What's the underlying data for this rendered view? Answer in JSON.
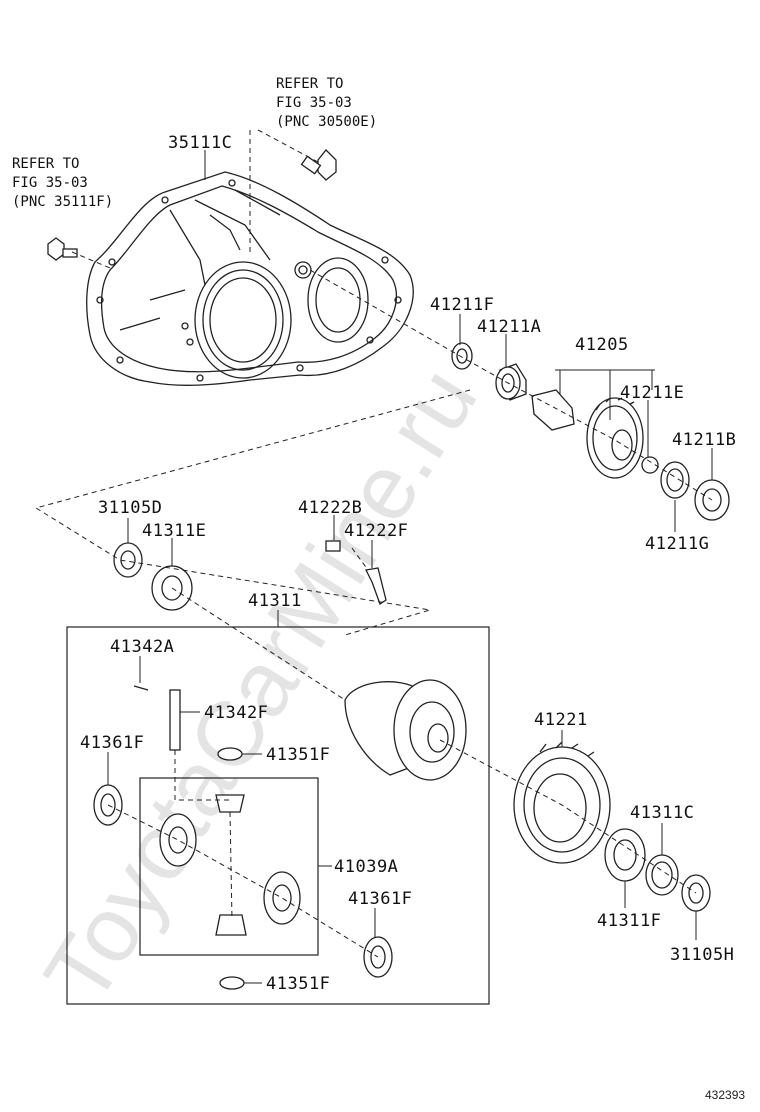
{
  "watermark": "ToyotaCarMine.ru",
  "diagram_id": "432393",
  "refs": {
    "top": {
      "line1": "REFER TO",
      "line2": "FIG 35-03",
      "line3": "(PNC 30500E)"
    },
    "left": {
      "line1": "REFER TO",
      "line2": "FIG 35-03",
      "line3": "(PNC 35111F)"
    }
  },
  "labels": {
    "p35111C": "35111C",
    "p41211F": "41211F",
    "p41211A": "41211A",
    "p41205": "41205",
    "p41211E": "41211E",
    "p41211B": "41211B",
    "p41211G": "41211G",
    "p31105D": "31105D",
    "p41311E": "41311E",
    "p41222B": "41222B",
    "p41222F": "41222F",
    "p41311": "41311",
    "p41342A": "41342A",
    "p41342F": "41342F",
    "p41361F_a": "41361F",
    "p41351F_a": "41351F",
    "p41039A": "41039A",
    "p41361F_b": "41361F",
    "p41351F_b": "41351F",
    "p41221": "41221",
    "p41311C": "41311C",
    "p41311F": "41311F",
    "p31105H": "31105H"
  }
}
